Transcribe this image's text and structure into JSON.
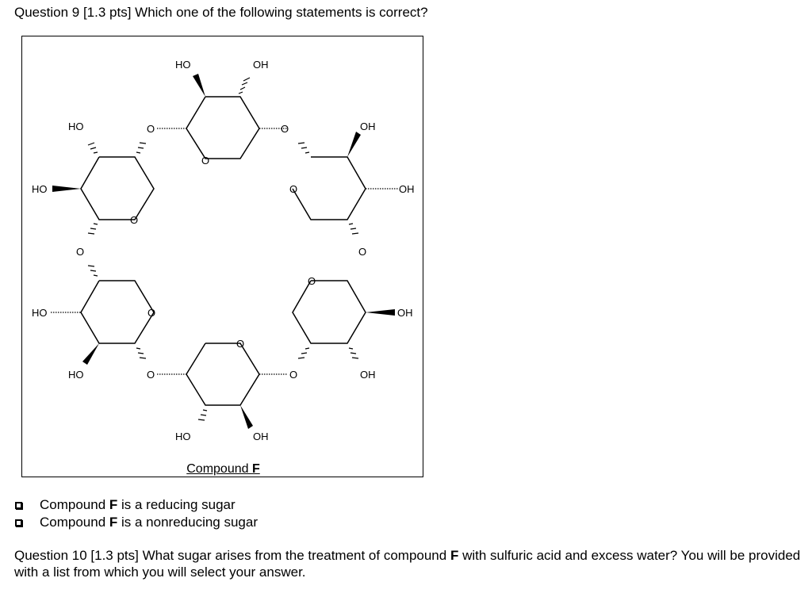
{
  "question9": {
    "title": "Question 9 [1.3 pts] Which one of the following statements is correct?"
  },
  "figure": {
    "caption_prefix": "Compound ",
    "caption_bold": "F",
    "labels": {
      "ho": "HO",
      "oh": "OH",
      "o": "O"
    }
  },
  "options": [
    {
      "prefix": "Compound ",
      "bold": "F",
      "suffix": " is a reducing sugar"
    },
    {
      "prefix": "Compound ",
      "bold": "F",
      "suffix": " is a nonreducing sugar"
    }
  ],
  "question10": {
    "prefix": "Question 10 [1.3 pts] What sugar arises from the treatment of compound ",
    "bold": "F",
    "suffix": " with sulfuric acid and excess water?  You will be provided with a list from which you will select your answer."
  }
}
